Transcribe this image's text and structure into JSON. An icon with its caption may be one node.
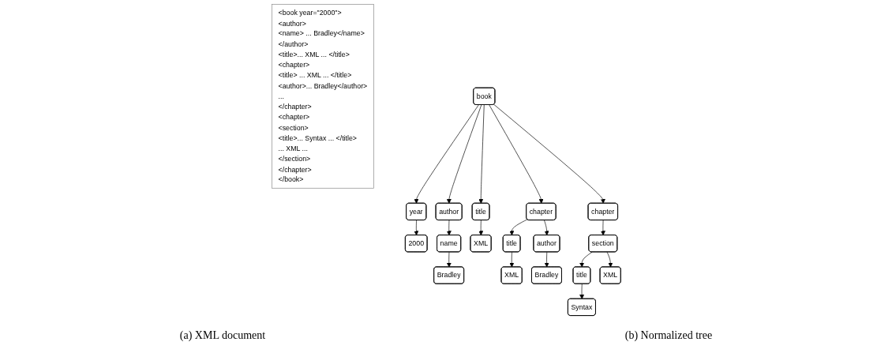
{
  "diagram": {
    "nodes": [
      {
        "text": [
          "<book year=\"2000\">",
          "<author>",
          "<name> ... Bradley</name>",
          "</author>",
          "<title>... XML ... </title>",
          "<chapter>",
          "<title> ... XML ... </title>",
          "<author>... Bradley</author>",
          "...",
          "</chapter>",
          "<chapter>",
          "<section>",
          "<title>... Syntax ... </title>",
          "... XML ...",
          "</section>",
          "</chapter>",
          "</book>"
        ]
      },
      {
        "text": [
          "book"
        ]
      },
      {
        "text": [
          "year"
        ]
      },
      {
        "text": [
          "author"
        ]
      },
      {
        "text": [
          "title"
        ]
      },
      {
        "text": [
          "chapter"
        ]
      },
      {
        "text": [
          "chapter"
        ]
      },
      {
        "text": [
          "2000"
        ]
      },
      {
        "text": [
          "name"
        ]
      },
      {
        "text": [
          "XML"
        ]
      },
      {
        "text": [
          "title"
        ]
      },
      {
        "text": [
          "author"
        ]
      },
      {
        "text": [
          "section"
        ]
      },
      {
        "text": [
          "Bradley"
        ]
      },
      {
        "text": [
          "XML"
        ]
      },
      {
        "text": [
          "Bradley"
        ]
      },
      {
        "text": [
          "title"
        ]
      },
      {
        "text": [
          "XML"
        ]
      },
      {
        "text": [
          "Syntax"
        ]
      }
    ],
    "edges": [
      {
        "from": 1,
        "to": 2,
        "arrow": "to"
      },
      {
        "from": 1,
        "to": 3,
        "arrow": "to"
      },
      {
        "from": 1,
        "to": 4,
        "arrow": "to"
      },
      {
        "from": 1,
        "to": 5,
        "arrow": "to"
      },
      {
        "from": 1,
        "to": 6,
        "arrow": "to"
      },
      {
        "from": 2,
        "to": 7,
        "arrow": "to"
      },
      {
        "from": 3,
        "to": 8,
        "arrow": "to"
      },
      {
        "from": 4,
        "to": 9,
        "arrow": "to"
      },
      {
        "from": 5,
        "to": 10,
        "arrow": "to"
      },
      {
        "from": 5,
        "to": 11,
        "arrow": "to"
      },
      {
        "from": 6,
        "to": 12,
        "arrow": "to"
      },
      {
        "from": 8,
        "to": 13,
        "arrow": "to"
      },
      {
        "from": 10,
        "to": 14,
        "arrow": "to"
      },
      {
        "from": 11,
        "to": 15,
        "arrow": "to"
      },
      {
        "from": 12,
        "to": 16,
        "arrow": "to"
      },
      {
        "from": 12,
        "to": 17,
        "arrow": "to"
      },
      {
        "from": 16,
        "to": 18,
        "arrow": "to"
      }
    ],
    "labels": [
      "(a)  XML document",
      "(b)  Normalized tree"
    ]
  }
}
